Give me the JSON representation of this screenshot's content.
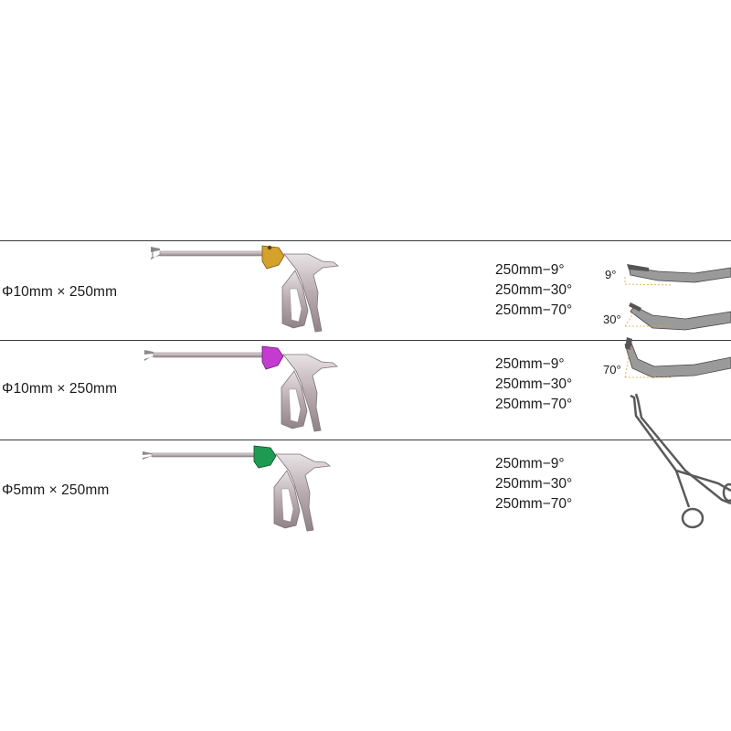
{
  "rows": [
    {
      "size": "Φ10mm × 250mm",
      "handle_color": "#d4a12a",
      "specs": [
        "250mm−9°",
        "250mm−30°",
        "250mm−70°"
      ]
    },
    {
      "size": "Φ10mm × 250mm",
      "handle_color": "#c43bd0",
      "specs": [
        "250mm−9°",
        "250mm−30°",
        "250mm−70°"
      ]
    },
    {
      "size": "Φ5mm × 250mm",
      "handle_color": "#1f9a52",
      "specs": [
        "250mm−9°",
        "250mm−30°",
        "250mm−70°"
      ]
    }
  ],
  "angles": [
    "9°",
    "30°",
    "70°"
  ]
}
